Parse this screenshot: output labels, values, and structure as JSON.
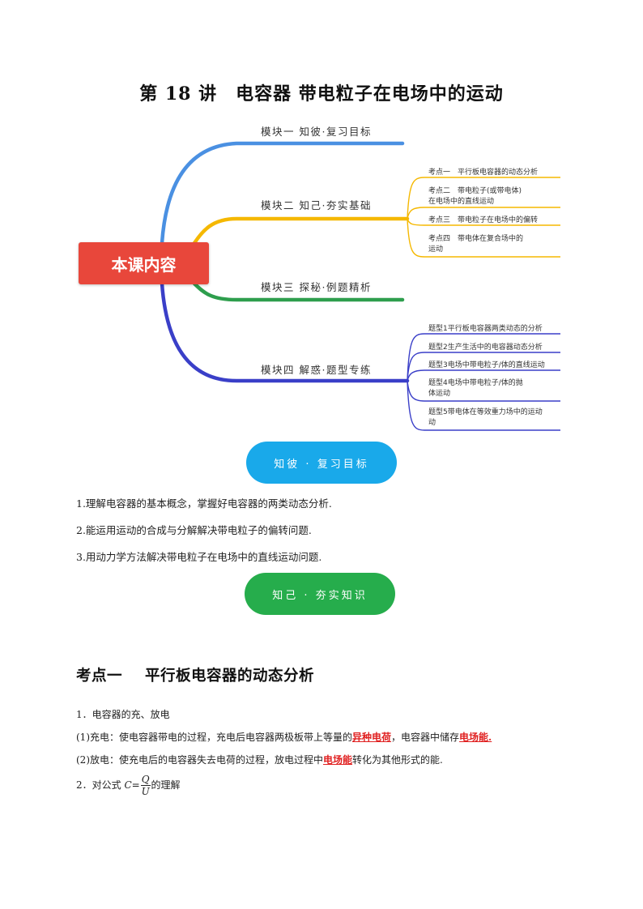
{
  "title": "第 18 讲　电容器 带电粒子在电场中的运动",
  "mindmap": {
    "root": "本课内容",
    "branches": [
      {
        "label": "模块一 知彼·复习目标",
        "color": "#4a90e2",
        "subitems": []
      },
      {
        "label": "模块二 知己·夯实基础",
        "color": "#f5b800",
        "subitems": [
          {
            "lines": [
              "考点一　平行板电容器的动态分析"
            ]
          },
          {
            "lines": [
              "考点二　带电粒子(或带电体)",
              "在电场中的直线运动"
            ]
          },
          {
            "lines": [
              "考点三　带电粒子在电场中的偏转"
            ]
          },
          {
            "lines": [
              "考点四　带电体在复合场中的",
              "运动"
            ]
          }
        ]
      },
      {
        "label": "模块三 探秘·例题精析",
        "color": "#2e9e4d",
        "subitems": []
      },
      {
        "label": "模块四 解惑·题型专练",
        "color": "#3a3fc8",
        "subitems": [
          {
            "lines": [
              "题型1平行板电容器两类动态的分析"
            ]
          },
          {
            "lines": [
              "题型2生产生活中的电容器动态分析"
            ]
          },
          {
            "lines": [
              "题型3电场中带电粒子/体的直线运动"
            ]
          },
          {
            "lines": [
              "题型4电场中带电粒子/体的抛",
              "体运动"
            ]
          },
          {
            "lines": [
              "题型5带电体在等效重力场中的运动",
              "动"
            ]
          }
        ]
      }
    ]
  },
  "pill_review": "知彼 · 复习目标",
  "goals": [
    "1.理解电容器的基本概念，掌握好电容器的两类动态分析.",
    "2.能运用运动的合成与分解解决带电粒子的偏转问题.",
    "3.用动力学方法解决带电粒子在电场中的直线运动问题."
  ],
  "pill_knowledge": "知己 · 夯实知识",
  "section": {
    "number": "考点一",
    "title": "平行板电容器的动态分析"
  },
  "content": {
    "item1": "1．电容器的充、放电",
    "charge": {
      "prefix": "(1)充电：使电容器带电的过程，充电后电容器两极板带上等量的",
      "hl1": "异种电荷",
      "mid": "，电容器中储存",
      "hl2": "电场能."
    },
    "discharge": {
      "prefix": "(2)放电：使充电后的电容器失去电荷的过程，放电过程中",
      "hl": "电场能",
      "suffix": "转化为其他形式的能."
    },
    "item2": {
      "prefix": "2．对公式 ",
      "var": "C",
      "eq": "=",
      "num": "Q",
      "den": "U",
      "suffix": "的理解"
    }
  }
}
